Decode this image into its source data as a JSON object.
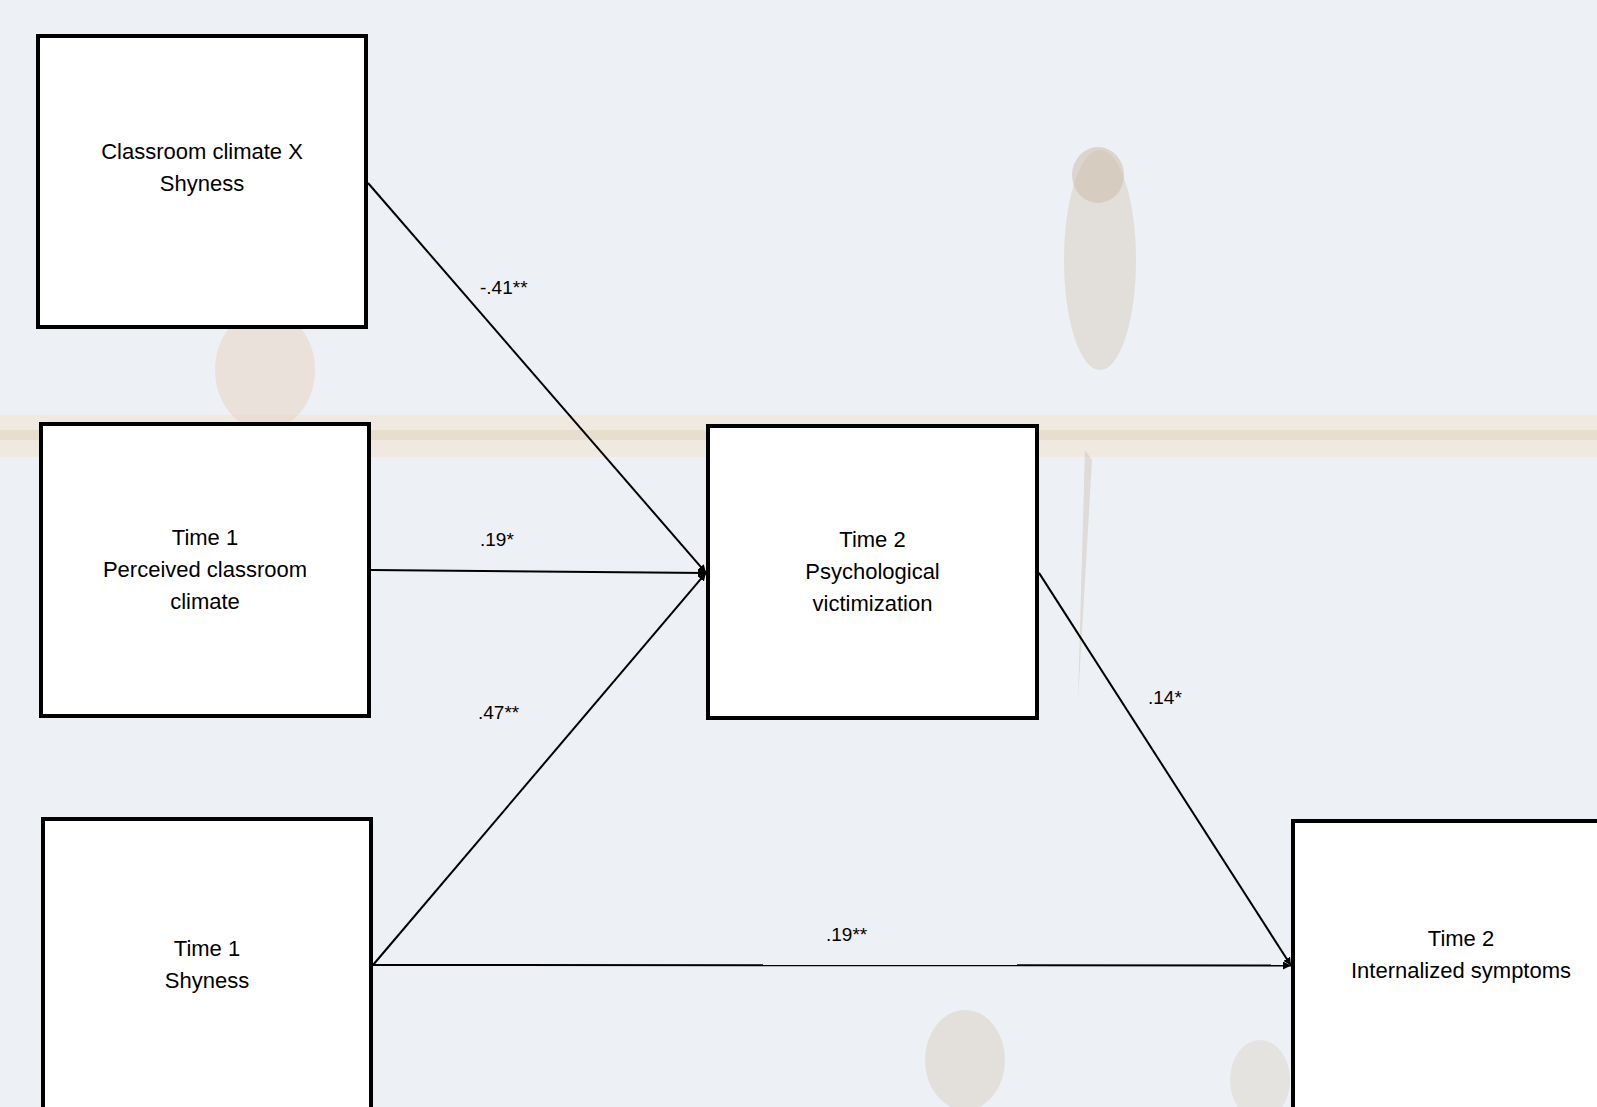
{
  "diagram": {
    "nodes": [
      {
        "text": [
          "Classroom climate X Shyness"
        ]
      },
      {
        "text": [
          "Time 1",
          "Perceived classroom climate"
        ]
      },
      {
        "text": [
          "Time 1",
          "Shyness"
        ]
      },
      {
        "text": [
          "Time 2",
          "Psychological victimization"
        ]
      },
      {
        "text": [
          "Time 2",
          "Internalized symptoms"
        ]
      }
    ],
    "edges": [
      {
        "from": 0,
        "to": 3,
        "arrow": "to",
        "label": "-.41**"
      },
      {
        "from": 1,
        "to": 3,
        "arrow": "to",
        "label": ".19*"
      },
      {
        "from": 2,
        "to": 3,
        "arrow": "to",
        "label": ".47**"
      },
      {
        "from": 3,
        "to": 4,
        "arrow": "to",
        "label": ".14*"
      },
      {
        "from": 2,
        "to": 4,
        "arrow": "to",
        "label": ".19**"
      }
    ]
  }
}
